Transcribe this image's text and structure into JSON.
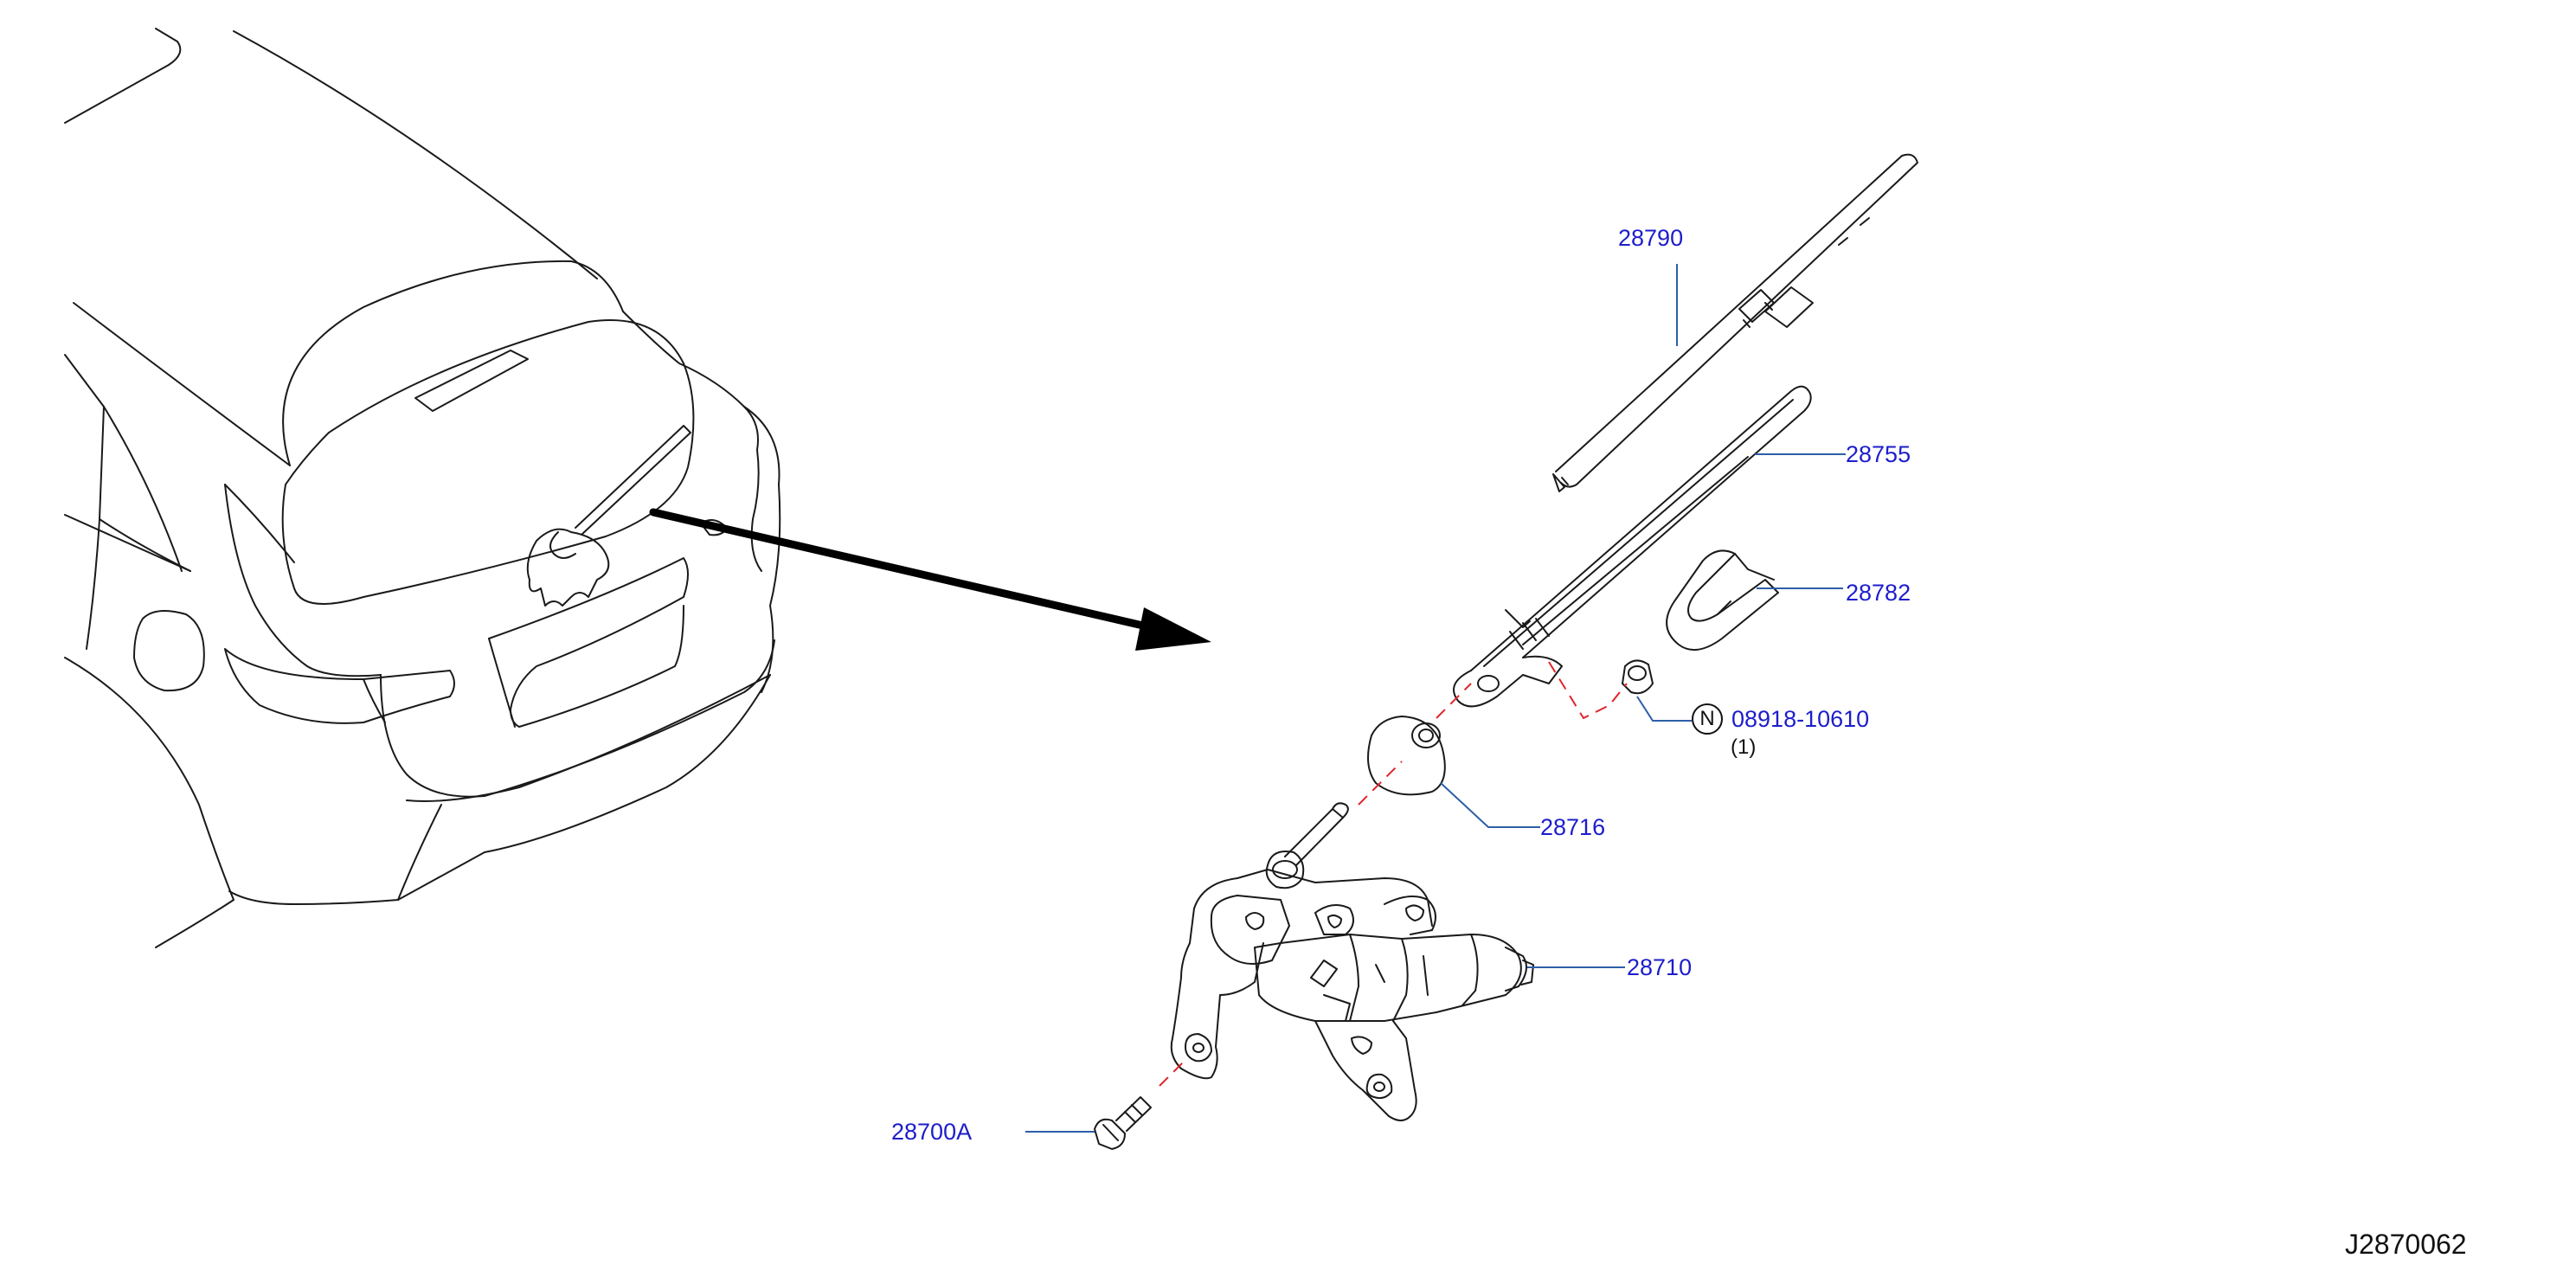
{
  "diagram_code": "J2870062",
  "callouts": {
    "p28790": "28790",
    "p28755": "28755",
    "p28782": "28782",
    "p08918": "08918-10610",
    "p08918_qty": "(1)",
    "p08918_symbol": "N",
    "p28716": "28716",
    "p28710": "28710",
    "p28700A": "28700A"
  },
  "colors": {
    "callout_text": "#1d1dcc",
    "leader_line": "#2d5fa8",
    "assembly_dash": "#e0242a",
    "line_art": "#1a1a1a"
  }
}
